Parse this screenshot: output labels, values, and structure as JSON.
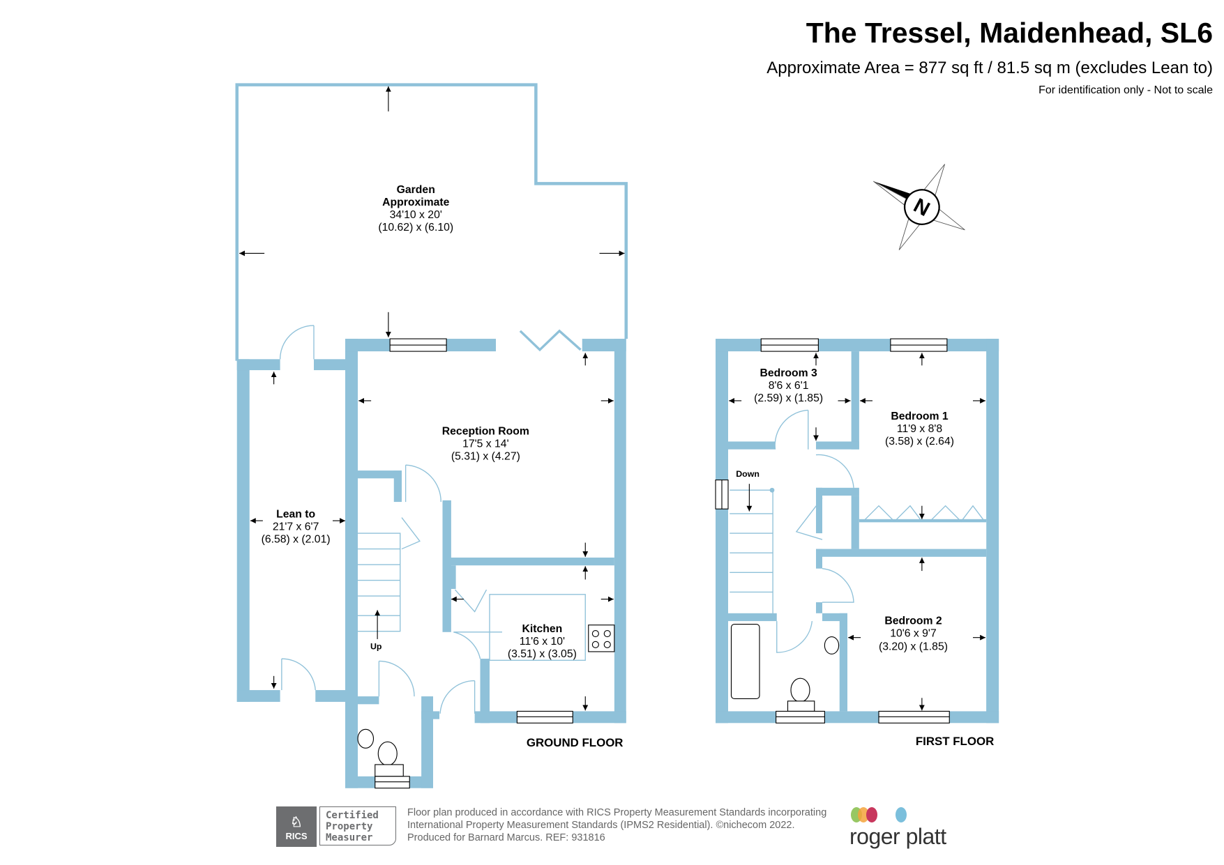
{
  "header": {
    "title": "The Tressel, Maidenhead, SL6",
    "area": "Approximate Area = 877 sq ft / 81.5 sq m (excludes Lean to)",
    "note": "For identification only - Not to scale"
  },
  "rooms": [
    {
      "name": "Garden",
      "sub": "Approximate",
      "imperial": "34'10 x 20'",
      "metric": "(10.62) x (6.10)"
    },
    {
      "name": "Lean to",
      "imperial": "21'7 x 6'7",
      "metric": "(6.58) x (2.01)"
    },
    {
      "name": "Reception Room",
      "imperial": "17'5 x 14'",
      "metric": "(5.31) x (4.27)"
    },
    {
      "name": "Kitchen",
      "imperial": "11'6 x 10'",
      "metric": "(3.51) x (3.05)"
    },
    {
      "name": "Bedroom 3",
      "imperial": "8'6 x 6'1",
      "metric": "(2.59) x (1.85)"
    },
    {
      "name": "Bedroom 1",
      "imperial": "11'9 x 8'8",
      "metric": "(3.58) x (2.64)"
    },
    {
      "name": "Bedroom 2",
      "imperial": "10'6 x 9'7",
      "metric": "(3.20) x (1.85)"
    }
  ],
  "labels": {
    "up": "Up",
    "down": "Down",
    "ground_floor": "GROUND FLOOR",
    "first_floor": "FIRST FLOOR"
  },
  "compass": {
    "letter": "N"
  },
  "footer": {
    "badge_brand": "RICS",
    "badge_lines": [
      "Certified",
      "Property",
      "Measurer"
    ],
    "lines": [
      "Floor plan produced in accordance with RICS Property Measurement Standards incorporating",
      "International Property Measurement Standards (IPMS2 Residential).   ©nichecom 2022.",
      "Produced for Barnard Marcus.   REF:  931816"
    ],
    "logo": "roger platt",
    "logo_colors": [
      "#8cc152",
      "#f5a33b",
      "#c8375d",
      "#7bbfdc"
    ]
  },
  "colors": {
    "wall": "#8fc1d9"
  }
}
